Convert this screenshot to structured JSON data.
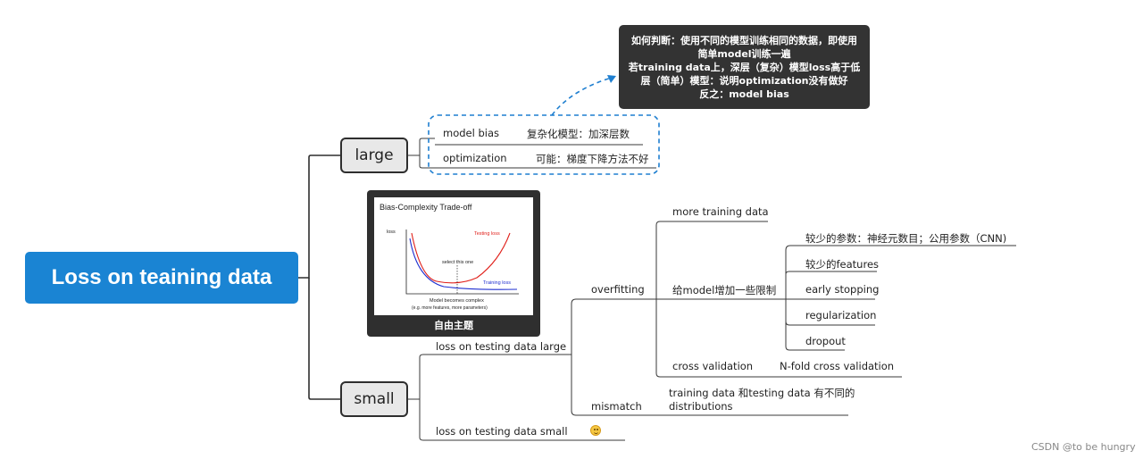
{
  "root": {
    "label": "Loss on teaining data"
  },
  "large": {
    "label": "large",
    "items": [
      {
        "name": "model bias",
        "note": "复杂化模型：加深层数"
      },
      {
        "name": "optimization",
        "note": "可能：梯度下降方法不好"
      }
    ],
    "callout": {
      "lines": [
        "如何判断：使用不同的模型训练相同的数据，即使用",
        "简单model训练一遍",
        "若training data上，深层（复杂）模型loss高于低",
        "层（简单）模型：说明optimization没有做好",
        "反之：model bias"
      ]
    }
  },
  "image": {
    "caption": "自由主题",
    "title": "Bias-Complexity Trade-off",
    "ylabel": "loss",
    "testing_label": "Testing loss",
    "training_label": "Training loss",
    "select_label": "select this one",
    "xlabel": "Model becomes complex",
    "xlabel2": "(e.g. more features, more parameters)"
  },
  "small": {
    "label": "small",
    "testing_large": "loss on testing data large",
    "overfitting": "overfitting",
    "more_data": "more training data",
    "constraints": "给model增加一些限制",
    "constraint_items": [
      "较少的参数：神经元数目；公用参数（CNN)",
      "较少的features",
      "early stopping",
      "regularization",
      "dropout"
    ],
    "cross_validation": "cross validation",
    "nfold": "N-fold cross validation",
    "mismatch": "mismatch",
    "mismatch_note_1": "training data 和testing data 有不同的",
    "mismatch_note_2": "distributions",
    "testing_small": "loss on testing data small"
  },
  "watermark": "CSDN @to be hungry",
  "colors": {
    "root": "#1a84d3",
    "callout": "#333333",
    "dashed": "#1f7fd0",
    "testing_curve": "#e0211b",
    "training_curve": "#1f2fd0"
  }
}
